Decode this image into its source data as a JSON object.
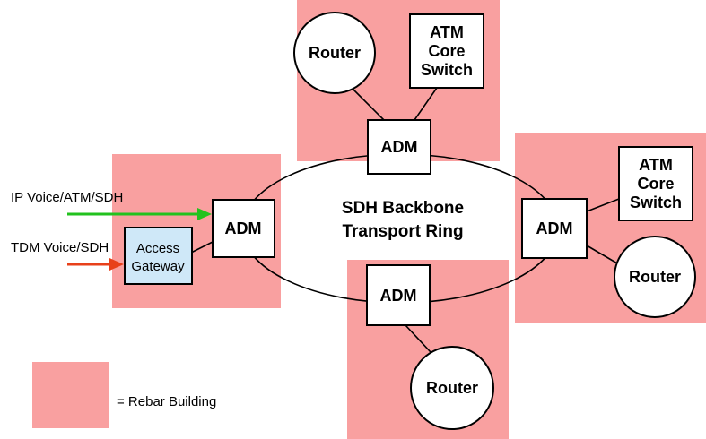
{
  "ring": {
    "line1": "SDH Backbone",
    "line2": "Transport Ring"
  },
  "nodes": {
    "adm_top": "ADM",
    "adm_left": "ADM",
    "adm_right": "ADM",
    "adm_bottom": "ADM",
    "router_top": "Router",
    "router_right": "Router",
    "router_bottom": "Router",
    "atm_top": [
      "ATM",
      "Core",
      "Switch"
    ],
    "atm_right": [
      "ATM",
      "Core",
      "Switch"
    ],
    "gateway": [
      "Access",
      "Gateway"
    ]
  },
  "inputs": {
    "ip": {
      "label": "IP Voice/ATM/SDH",
      "color": "#22c21e"
    },
    "tdm": {
      "label": "TDM Voice/SDH",
      "color": "#e8401a"
    }
  },
  "legend": {
    "label": "= Rebar Building",
    "color": "#f9a0a0"
  },
  "colors": {
    "building": "#f9a0a0",
    "gateway": "#cfe8f8"
  }
}
